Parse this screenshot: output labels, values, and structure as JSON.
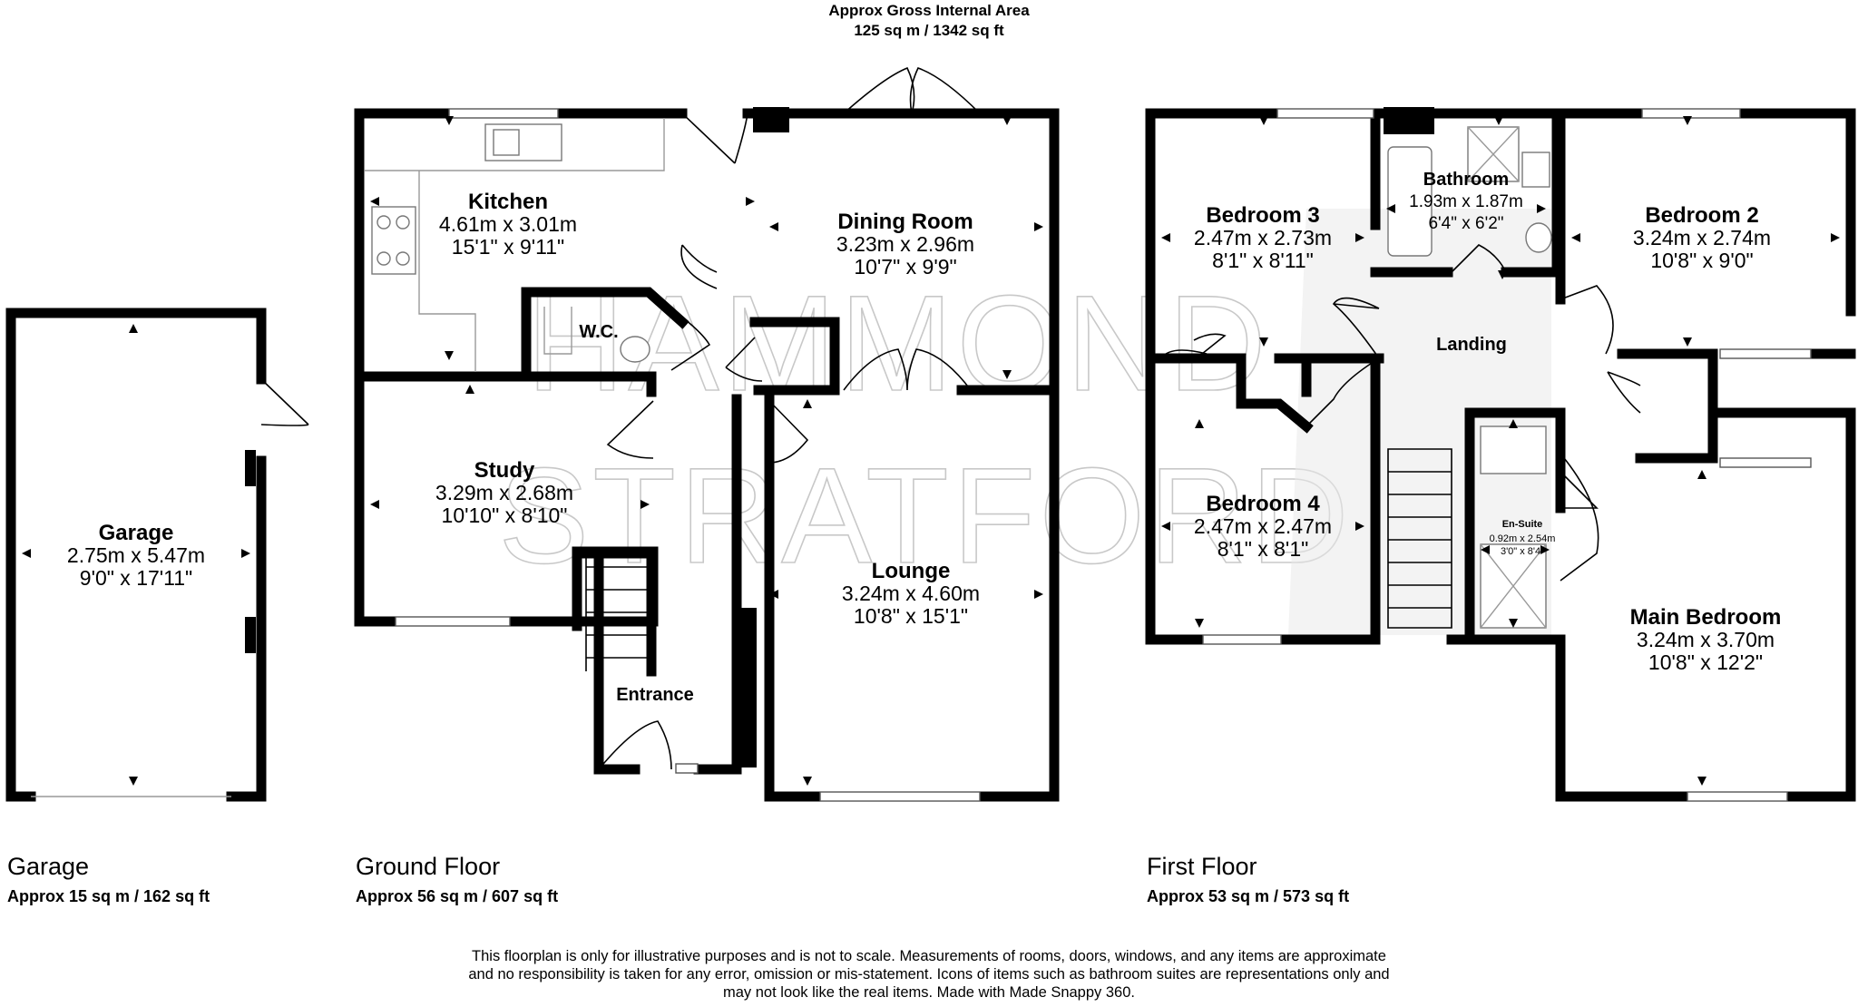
{
  "header": {
    "gia_title": "Approx Gross Internal Area",
    "gia_value": "125 sq m / 1342 sq ft"
  },
  "watermark": {
    "line1": "HAMMOND",
    "line2": "STRATFORD"
  },
  "floors": [
    {
      "name": "Garage",
      "area": "Approx 15 sq m / 162 sq ft"
    },
    {
      "name": "Ground Floor",
      "area": "Approx 56 sq m / 607 sq ft"
    },
    {
      "name": "First Floor",
      "area": "Approx 53 sq m / 573 sq ft"
    }
  ],
  "rooms": {
    "garage": {
      "name": "Garage",
      "metric": "2.75m x 5.47m",
      "imperial": "9'0\" x 17'11\""
    },
    "kitchen": {
      "name": "Kitchen",
      "metric": "4.61m x 3.01m",
      "imperial": "15'1\" x 9'11\""
    },
    "dining": {
      "name": "Dining Room",
      "metric": "3.23m x 2.96m",
      "imperial": "10'7\" x 9'9\""
    },
    "wc": {
      "name": "W.C."
    },
    "study": {
      "name": "Study",
      "metric": "3.29m x 2.68m",
      "imperial": "10'10\" x 8'10\""
    },
    "lounge": {
      "name": "Lounge",
      "metric": "3.24m x 4.60m",
      "imperial": "10'8\" x 15'1\""
    },
    "entrance": {
      "name": "Entrance"
    },
    "bedroom3": {
      "name": "Bedroom 3",
      "metric": "2.47m x 2.73m",
      "imperial": "8'1\" x 8'11\""
    },
    "bathroom": {
      "name": "Bathroom",
      "metric": "1.93m x 1.87m",
      "imperial": "6'4\" x 6'2\""
    },
    "bedroom2": {
      "name": "Bedroom 2",
      "metric": "3.24m x 2.74m",
      "imperial": "10'8\" x 9'0\""
    },
    "landing": {
      "name": "Landing"
    },
    "bedroom4": {
      "name": "Bedroom 4",
      "metric": "2.47m x 2.47m",
      "imperial": "8'1\" x 8'1\""
    },
    "ensuite": {
      "name": "En-Suite",
      "metric": "0.92m x 2.54m",
      "imperial": "3'0\" x 8'4\""
    },
    "main_bedroom": {
      "name": "Main Bedroom",
      "metric": "3.24m x 3.70m",
      "imperial": "10'8\" x 12'2\""
    }
  },
  "disclaimer": {
    "line1": "This floorplan is only for illustrative purposes and is not to scale. Measurements of rooms, doors, windows, and any items are approximate",
    "line2": "and no responsibility is taken for any error, omission or mis-statement. Icons of items such as bathroom suites are representations only and",
    "line3": "may not look like the real items. Made with Made Snappy 360."
  }
}
